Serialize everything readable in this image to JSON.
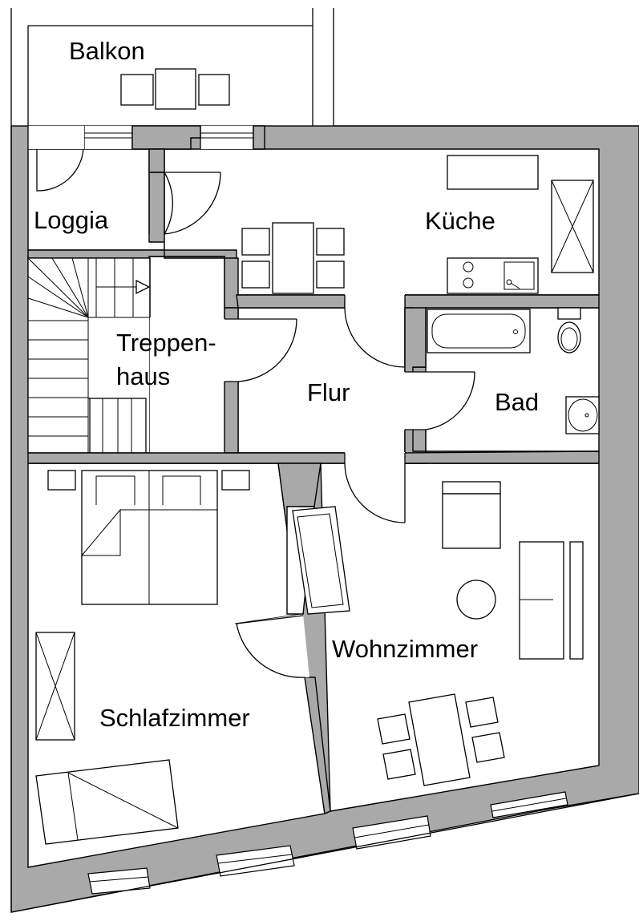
{
  "rooms": {
    "balkon": "Balkon",
    "loggia": "Loggia",
    "kueche": "Küche",
    "treppenhaus_line1": "Treppen-",
    "treppenhaus_line2": "haus",
    "flur": "Flur",
    "bad": "Bad",
    "wohnzimmer": "Wohnzimmer",
    "schlafzimmer": "Schlafzimmer"
  },
  "colors": {
    "wall": "#a9a9a9",
    "line": "#000000",
    "background": "#ffffff"
  }
}
